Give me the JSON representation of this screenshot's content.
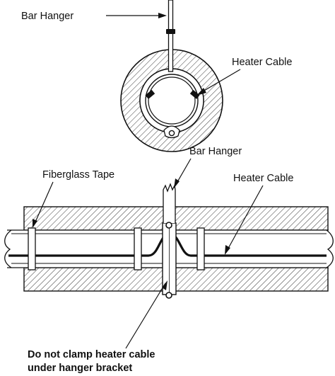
{
  "top_view": {
    "bar_hanger_label": "Bar Hanger",
    "heater_cable_label": "Heater Cable"
  },
  "side_view": {
    "bar_hanger_label": "Bar Hanger",
    "fiberglass_tape_label": "Fiberglass Tape",
    "heater_cable_label": "Heater Cable",
    "note_line1": "Do not clamp heater cable",
    "note_line2": "under hanger bracket"
  },
  "colors": {
    "line": "#111111",
    "background": "#ffffff"
  }
}
